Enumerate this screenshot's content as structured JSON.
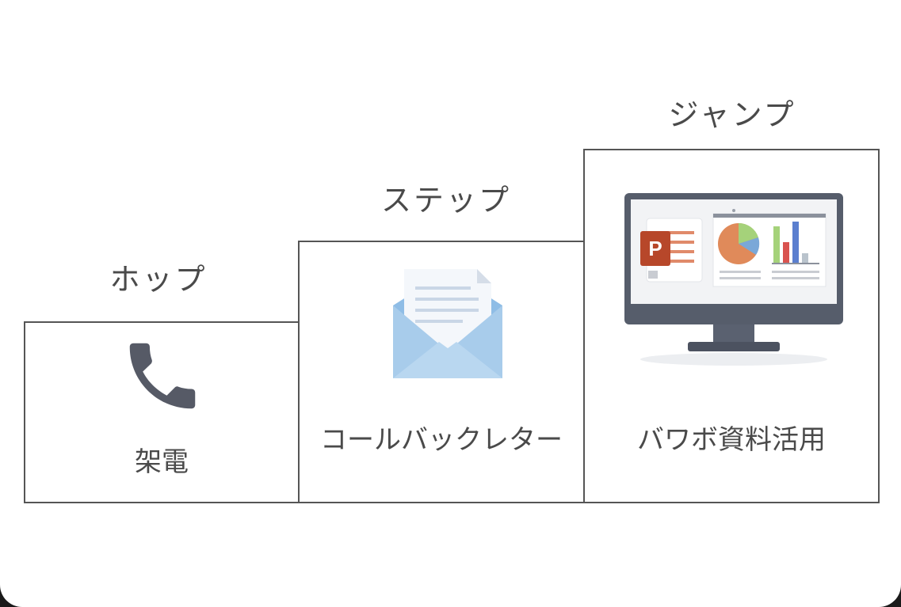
{
  "steps": [
    {
      "heading": "ホップ",
      "label": "架電",
      "icon": "phone-icon"
    },
    {
      "heading": "ステップ",
      "label": "コールバックレター",
      "icon": "envelope-letter-icon"
    },
    {
      "heading": "ジャンプ",
      "label": "バワボ資料活用",
      "icon": "monitor-presentation-icon"
    }
  ],
  "monitor": {
    "app_badge": "P"
  },
  "colors": {
    "line": "#555555",
    "text": "#4a4a4a",
    "phone": "#565a66",
    "envelope": "#a8cceb",
    "ppt_red": "#b7472a"
  }
}
